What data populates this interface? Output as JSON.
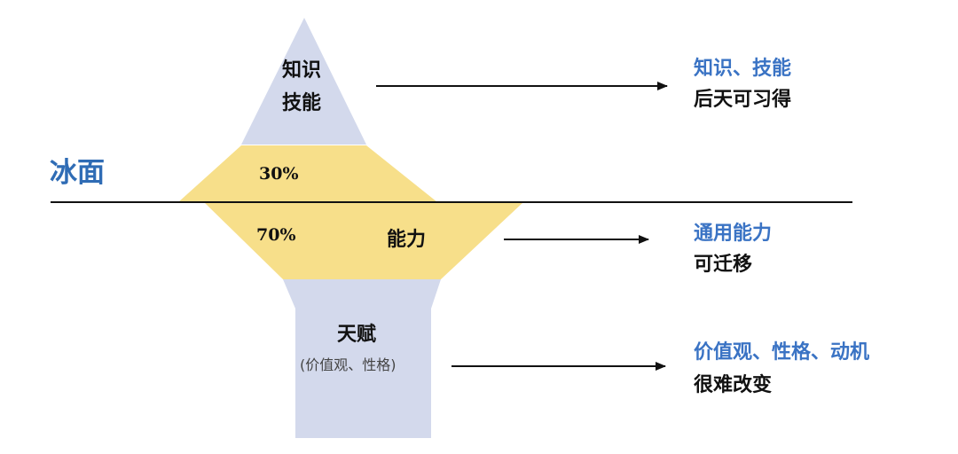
{
  "colors": {
    "tip_fill": "#d3d9ec",
    "middle_fill": "#f7df8a",
    "base_fill": "#d3d9ec",
    "line": "#111111",
    "accent_blue": "#2f6cb5"
  },
  "waterline_label": "冰面",
  "tip": {
    "line1": "知识",
    "line2": "技能",
    "percent": "30%"
  },
  "middle": {
    "label": "能力",
    "percent": "70%"
  },
  "base": {
    "label": "天赋",
    "note": "(价值观、性格)"
  },
  "descriptions": [
    {
      "title": "知识、技能",
      "subtitle": "后天可习得"
    },
    {
      "title": "通用能力",
      "subtitle": "可迁移"
    },
    {
      "title": "价值观、性格、动机",
      "subtitle": "很难改变"
    }
  ]
}
